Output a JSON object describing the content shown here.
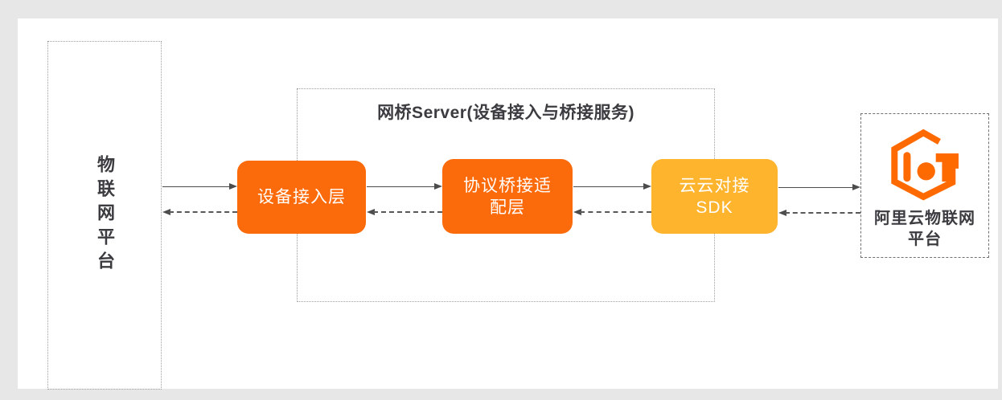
{
  "page": {
    "background": "#E7E7E7",
    "card_background": "#FFFFFF"
  },
  "diagram": {
    "iot_platform": {
      "label": "物联网平台"
    },
    "bridge_server": {
      "title": "网桥Server(设备接入与桥接服务)",
      "nodes": [
        {
          "id": "device-access-layer",
          "label": "设备接入层",
          "color": "#FC6B0B"
        },
        {
          "id": "protocol-bridge-adapter-layer",
          "label": "协议桥接适\n配层",
          "color": "#FC6B0B"
        },
        {
          "id": "cloud-cloud-sdk",
          "label": "云云对接\nSDK",
          "color": "#FFB42E"
        }
      ]
    },
    "aliyun_iot_platform": {
      "label": "阿里云物联网\n平台",
      "logo_icon": "aliyun-iot-logo",
      "logo_color": "#FF6A00"
    },
    "arrows": {
      "solid_color": "#4C4C4C",
      "dashed_color": "#585858"
    }
  }
}
